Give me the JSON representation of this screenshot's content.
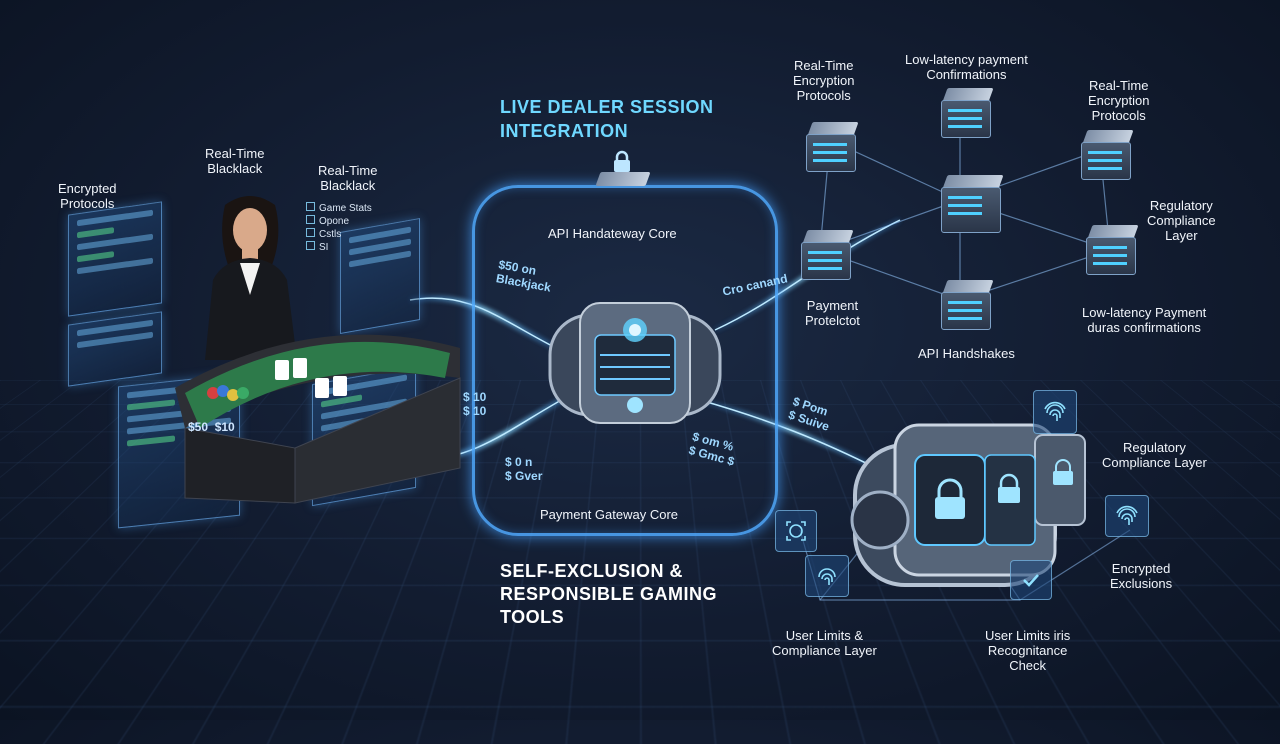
{
  "titles": {
    "live_dealer": "LIVE DEALER SESSION\nINTEGRATION",
    "self_exclusion": "SELF-EXCLUSION &\nRESPONSIBLE GAMING\nTOOLS"
  },
  "labels": {
    "encrypted_protocols": "Encrypted\nProtocols",
    "rt_blackjack_1": "Real-Time\nBlacklack",
    "rt_blackjack_2": "Real-Time\nBlacklack",
    "api_gateway_core": "API Handateway Core",
    "payment_gateway_core": "Payment Gateway Core",
    "rt_encryption_1": "Real-Time\nEncryption\nProtocols",
    "low_latency_top": "Low-latency payment\nConfirmations",
    "rt_encryption_2": "Real-Time\nEncryption\nProtocols",
    "regulatory_compliance_right": "Regulatory\nCompliance\nLayer",
    "payment_protocol": "Payment\nProtelctot",
    "api_handshakes": "API Handshakes",
    "low_latency_right": "Low-latency Payment\nduras confirmations",
    "regulatory_compliance_bottom": "Regulatory\nCompliance Layer",
    "encrypted_exclusions": "Encrypted\nExclusions",
    "user_limits_1": "User Limits &\nCompliance Layer",
    "user_limits_2": "User Limits iris\nRecognitance\nCheck"
  },
  "stream_text": {
    "bet_caption": "$50 on\nBlackjack",
    "cro_caption": "Cro canand",
    "left_stream": "$ 10\n$ 10",
    "bottom_stream": "$ 0 n\n$ Gver",
    "right_stream": "$ Pom\n$ Suive",
    "bottom_right_stream": "$ om %\n$ Gmc $"
  },
  "menu_items": [
    "Game Stats",
    "Opone",
    "Cstls",
    "SI"
  ],
  "table_cards": "$50  $10",
  "colors": {
    "accent_cyan": "#6fd8ff",
    "glow_blue": "#4fa8ff",
    "background": "#121c30"
  }
}
